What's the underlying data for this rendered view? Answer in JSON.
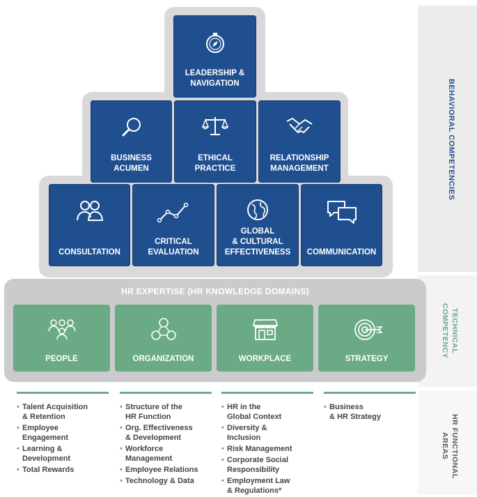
{
  "behavioral": {
    "side_label": "BEHAVIORAL COMPETENCIES",
    "row1": [
      {
        "label": "LEADERSHIP &\nNAVIGATION",
        "icon": "compass-icon"
      }
    ],
    "row2": [
      {
        "label": "BUSINESS\nACUMEN",
        "icon": "magnifier-icon"
      },
      {
        "label": "ETHICAL\nPRACTICE",
        "icon": "scales-icon"
      },
      {
        "label": "RELATIONSHIP\nMANAGEMENT",
        "icon": "handshake-icon"
      }
    ],
    "row3": [
      {
        "label": "CONSULTATION",
        "icon": "people-icon"
      },
      {
        "label": "CRITICAL\nEVALUATION",
        "icon": "line-graph-icon"
      },
      {
        "label": "GLOBAL\n& CULTURAL\nEFFECTIVENESS",
        "icon": "globe-icon"
      },
      {
        "label": "COMMUNICATION",
        "icon": "speech-bubbles-icon"
      }
    ]
  },
  "technical": {
    "side_label": "TECHNICAL\nCOMPETENCY",
    "header": "HR EXPERTISE (HR KNOWLEDGE DOMAINS)",
    "domains": [
      {
        "label": "PEOPLE",
        "icon": "group-icon"
      },
      {
        "label": "ORGANIZATION",
        "icon": "network-icon"
      },
      {
        "label": "WORKPLACE",
        "icon": "storefront-icon"
      },
      {
        "label": "STRATEGY",
        "icon": "target-icon"
      }
    ]
  },
  "functional": {
    "side_label": "HR FUNCTIONAL\nAREAS",
    "columns": [
      [
        "Talent Acquisition\n& Retention",
        "Employee\nEngagement",
        "Learning &\nDevelopment",
        "Total Rewards"
      ],
      [
        "Structure of the\nHR Function",
        "Org. Effectiveness\n& Development",
        "Workforce\nManagement",
        "Employee Relations",
        "Technology & Data"
      ],
      [
        "HR in the\nGlobal Context",
        "Diversity &\nInclusion",
        "Risk Management",
        "Corporate Social\nResponsibility",
        "Employment Law\n& Regulations*"
      ],
      [
        "Business\n& HR Strategy"
      ]
    ]
  },
  "colors": {
    "navy": "#1f4f8f",
    "green": "#6aaa84",
    "gray": "#d9d9db",
    "band": "#ececec"
  }
}
